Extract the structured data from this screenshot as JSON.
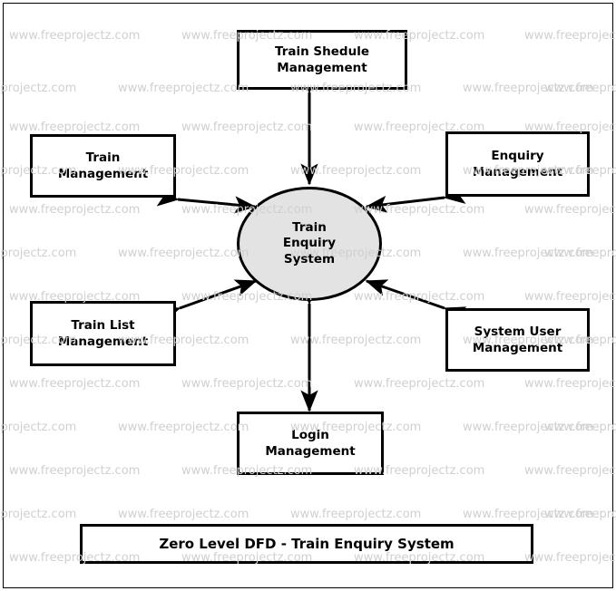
{
  "diagram": {
    "title": "Zero Level DFD - Train Enquiry System",
    "type": "data-flow-diagram",
    "level": "Zero Level (Context Diagram)",
    "process": {
      "name": "Train\nEnquiry\nSystem",
      "shape": "circle",
      "fill_color": "#e3e3e3",
      "stroke_color": "#000000"
    },
    "entities": [
      {
        "id": "train-shedule-management",
        "label": "Train Shedule\nManagement",
        "position": "top"
      },
      {
        "id": "train-management",
        "label": "Train\nManagement",
        "position": "top-left"
      },
      {
        "id": "enquiry-management",
        "label": "Enquiry\nManagement",
        "position": "top-right"
      },
      {
        "id": "train-list-management",
        "label": "Train List\nManagement",
        "position": "bottom-left"
      },
      {
        "id": "system-user-management",
        "label": "System User\nManagement",
        "position": "bottom-right"
      },
      {
        "id": "login-management",
        "label": "Login\nManagement",
        "position": "bottom"
      }
    ],
    "flows": [
      {
        "from": "train-shedule-management",
        "to": "train-enquiry-system",
        "direction": "bidirectional"
      },
      {
        "from": "train-management",
        "to": "train-enquiry-system",
        "direction": "bidirectional"
      },
      {
        "from": "enquiry-management",
        "to": "train-enquiry-system",
        "direction": "bidirectional"
      },
      {
        "from": "train-list-management",
        "to": "train-enquiry-system",
        "direction": "bidirectional"
      },
      {
        "from": "system-user-management",
        "to": "train-enquiry-system",
        "direction": "bidirectional"
      },
      {
        "from": "login-management",
        "to": "train-enquiry-system",
        "direction": "bidirectional"
      }
    ]
  },
  "watermark": {
    "text": "www.freeprojectz.com",
    "color": "#d0d0d0"
  }
}
